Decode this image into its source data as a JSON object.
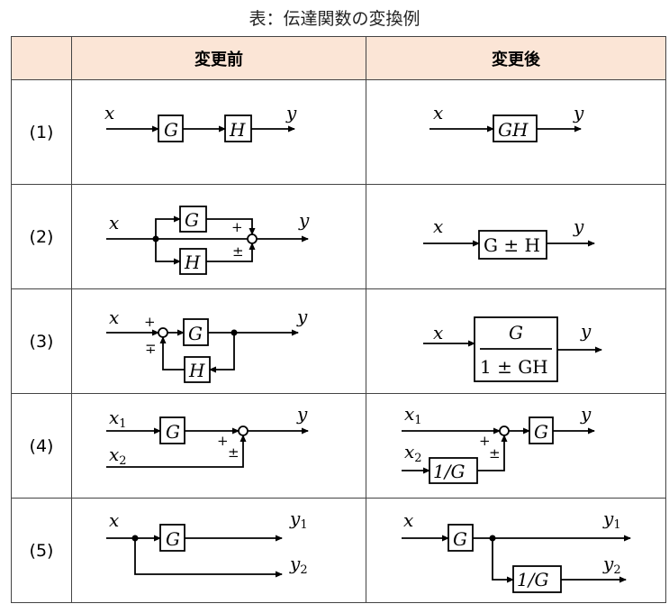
{
  "title": "表：伝達関数の変換例",
  "headers": [
    "",
    "変更前",
    "変更後"
  ],
  "rows": [
    {
      "label": "(1)",
      "before": {
        "x": "x",
        "y": "y",
        "g": "G",
        "h": "H"
      },
      "after": {
        "x": "x",
        "y": "y",
        "box": "GH"
      }
    },
    {
      "label": "(2)",
      "before": {
        "x": "x",
        "y": "y",
        "g": "G",
        "h": "H",
        "s1": "+",
        "s2": "±"
      },
      "after": {
        "x": "x",
        "y": "y",
        "box": "G ± H"
      }
    },
    {
      "label": "(3)",
      "before": {
        "x": "x",
        "y": "y",
        "g": "G",
        "h": "H",
        "s1": "+",
        "s2": "∓"
      },
      "after": {
        "x": "x",
        "y": "y",
        "num": "G",
        "den": "1 ± GH"
      }
    },
    {
      "label": "(4)",
      "before": {
        "x1": "x",
        "y": "y",
        "x2": "x",
        "g": "G",
        "s1": "+",
        "s2": "±",
        "sub1": "1",
        "sub2": "2"
      },
      "after": {
        "x1": "x",
        "x2": "x",
        "y": "y",
        "g": "G",
        "ginv": "1/G",
        "s1": "+",
        "s2": "±",
        "sub1": "1",
        "sub2": "2"
      }
    },
    {
      "label": "(5)",
      "before": {
        "x": "x",
        "y1": "y",
        "y2": "y",
        "g": "G",
        "sub1": "1",
        "sub2": "2"
      },
      "after": {
        "x": "x",
        "y1": "y",
        "y2": "y",
        "g": "G",
        "ginv": "1/G",
        "sub1": "1",
        "sub2": "2"
      }
    }
  ]
}
